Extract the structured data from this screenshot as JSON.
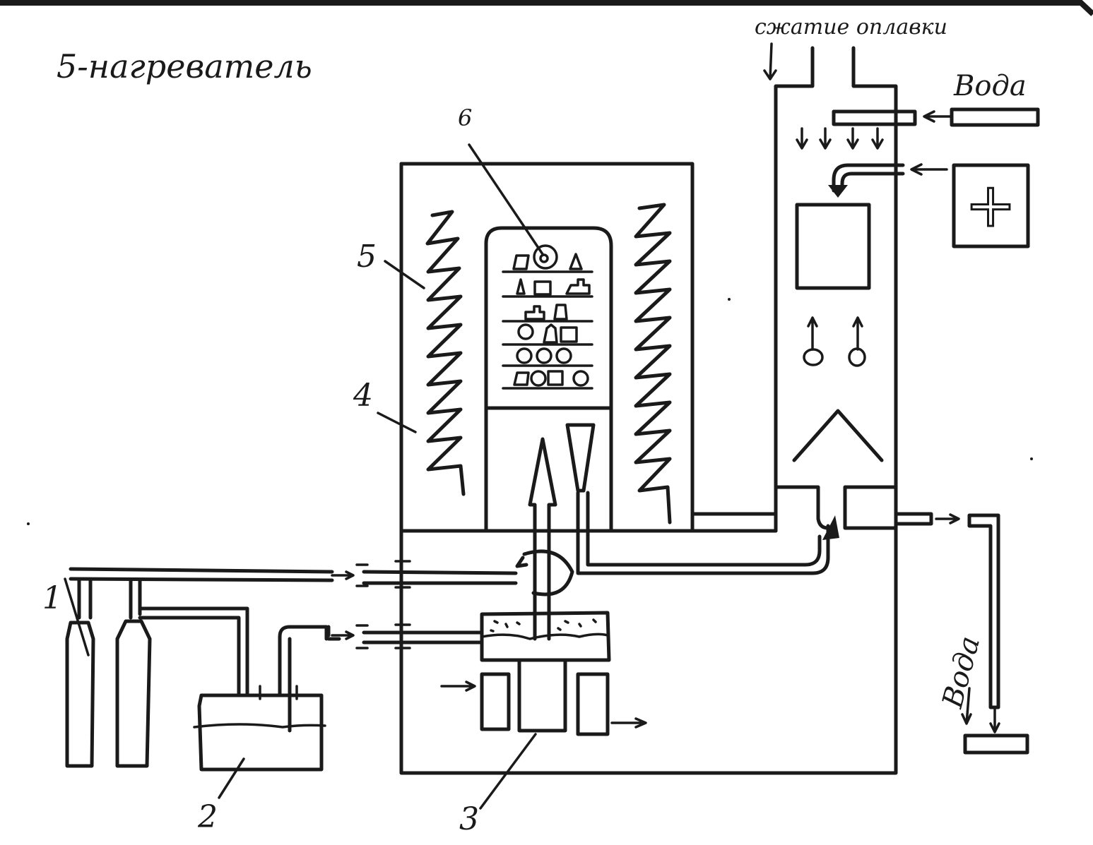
{
  "title_note": "5-нагреватель",
  "labels": {
    "n1": "1",
    "n2": "2",
    "n3": "3",
    "n4": "4",
    "n5": "5",
    "n6": "6"
  },
  "texts": {
    "top_right": "сжатие оплавки",
    "water_in": "Вода",
    "water_out": "Вода",
    "plus_sign": "+"
  }
}
